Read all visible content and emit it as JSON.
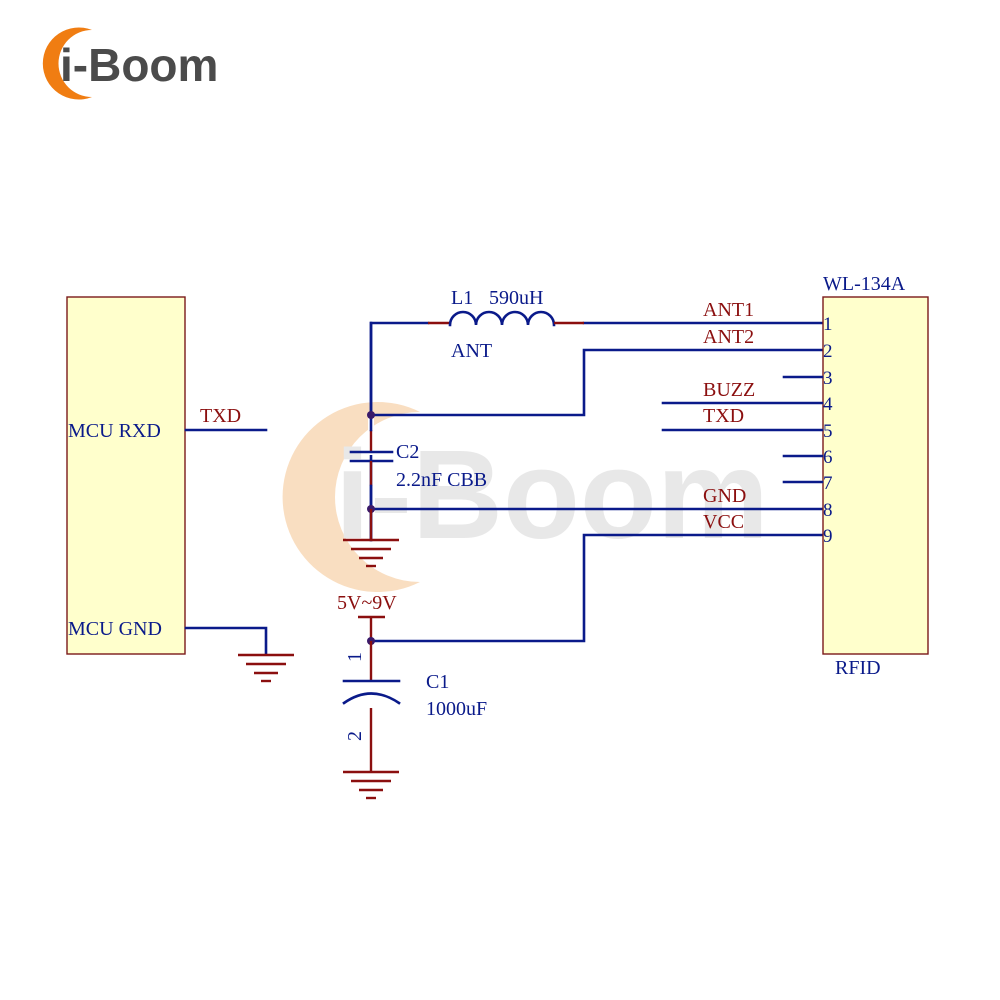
{
  "brand": {
    "logo_text": "i-Boom",
    "watermark_text": "i-Boom",
    "accent_color": "#f07d12",
    "text_color": "#4b4b4b"
  },
  "colors": {
    "wire": "#0a1a8a",
    "power_symbol": "#8b0f0f",
    "component_fill": "#ffffcc"
  },
  "mcu": {
    "rxd_label": "MCU RXD",
    "gnd_label": "MCU GND",
    "txd_net": "TXD"
  },
  "inductor": {
    "designator": "L1",
    "value": "590uH",
    "note": "ANT"
  },
  "capacitor_c2": {
    "designator": "C2",
    "value": "2.2nF CBB"
  },
  "capacitor_c1": {
    "designator": "C1",
    "value": "1000uF",
    "pin1": "1",
    "pin2": "2"
  },
  "power": {
    "supply_label": "5V~9V"
  },
  "rfid": {
    "part": "WL-134A",
    "name": "RFID",
    "pins": [
      {
        "num": "1",
        "net": "ANT1"
      },
      {
        "num": "2",
        "net": "ANT2"
      },
      {
        "num": "3",
        "net": ""
      },
      {
        "num": "4",
        "net": "BUZZ"
      },
      {
        "num": "5",
        "net": "TXD"
      },
      {
        "num": "6",
        "net": ""
      },
      {
        "num": "7",
        "net": ""
      },
      {
        "num": "8",
        "net": "GND"
      },
      {
        "num": "9",
        "net": "VCC"
      }
    ]
  }
}
